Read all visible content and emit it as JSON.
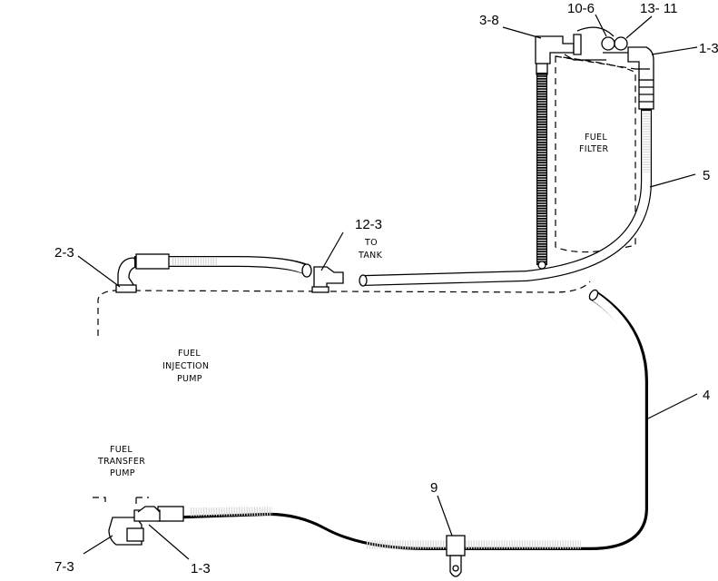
{
  "callouts": {
    "c_3_8": "3-8",
    "c_10_6": "10-6",
    "c_13_11": "13- 11",
    "c_1_3_top": "1-3",
    "c_5": "5",
    "c_12_3": "12-3",
    "c_2_3": "2-3",
    "c_4": "4",
    "c_9": "9",
    "c_7_3": "7-3",
    "c_1_3_bottom": "1-3"
  },
  "labels": {
    "to": "TO",
    "tank": "TANK",
    "fuel_filter_1": "FUEL",
    "fuel_filter_2": "FILTER",
    "injection_1": "FUEL",
    "injection_2": "INJECTION",
    "injection_3": "PUMP",
    "transfer_1": "FUEL",
    "transfer_2": "TRANSFER",
    "transfer_3": "PUMP"
  }
}
